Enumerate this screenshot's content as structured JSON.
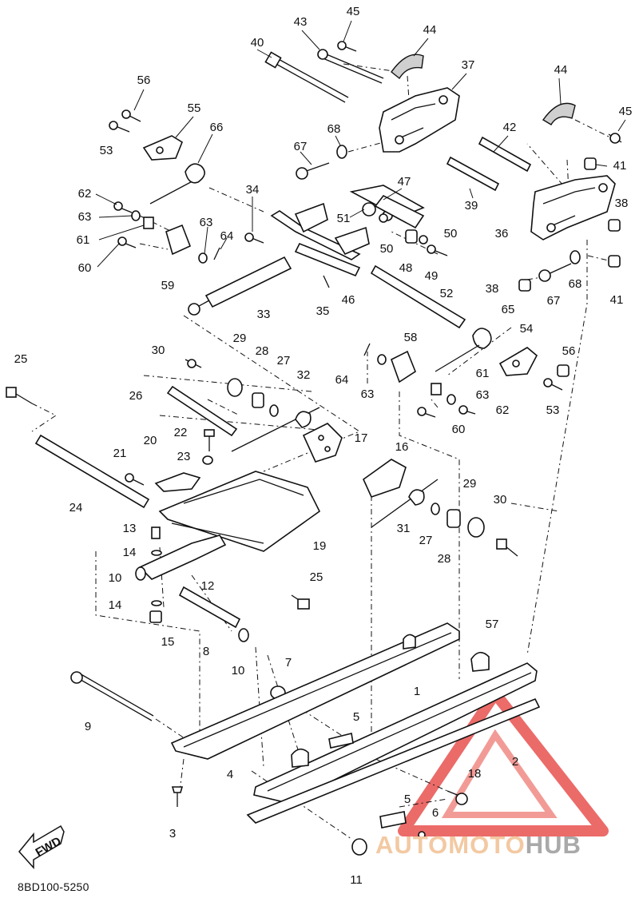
{
  "diagram_code": "8BD100-5250",
  "fwd_label": "FWD",
  "watermark": {
    "part1": "AUTOMOTO",
    "part2": "HUB",
    "color_primary": "#e8524f",
    "color_text": "#f3c9a2",
    "color_hub": "#a9a9a9"
  },
  "callouts": [
    {
      "id": "c45a",
      "label": "45"
    },
    {
      "id": "c43",
      "label": "43"
    },
    {
      "id": "c44a",
      "label": "44"
    },
    {
      "id": "c40",
      "label": "40"
    },
    {
      "id": "c37",
      "label": "37"
    },
    {
      "id": "c56a",
      "label": "56"
    },
    {
      "id": "c55",
      "label": "55"
    },
    {
      "id": "c53a",
      "label": "53"
    },
    {
      "id": "c66",
      "label": "66"
    },
    {
      "id": "c44b",
      "label": "44"
    },
    {
      "id": "c45b",
      "label": "45"
    },
    {
      "id": "c42",
      "label": "42"
    },
    {
      "id": "c68a",
      "label": "68"
    },
    {
      "id": "c67a",
      "label": "67"
    },
    {
      "id": "c41a",
      "label": "41"
    },
    {
      "id": "c47",
      "label": "47"
    },
    {
      "id": "c39",
      "label": "39"
    },
    {
      "id": "c62a",
      "label": "62"
    },
    {
      "id": "c34",
      "label": "34"
    },
    {
      "id": "c51",
      "label": "51"
    },
    {
      "id": "c38a",
      "label": "38"
    },
    {
      "id": "c63a",
      "label": "63"
    },
    {
      "id": "c63b",
      "label": "63"
    },
    {
      "id": "c50a",
      "label": "50"
    },
    {
      "id": "c36",
      "label": "36"
    },
    {
      "id": "c61a",
      "label": "61"
    },
    {
      "id": "c64a",
      "label": "64"
    },
    {
      "id": "c50b",
      "label": "50"
    },
    {
      "id": "c48",
      "label": "48"
    },
    {
      "id": "c60a",
      "label": "60"
    },
    {
      "id": "c49",
      "label": "49"
    },
    {
      "id": "c68b",
      "label": "68"
    },
    {
      "id": "c41b",
      "label": "41"
    },
    {
      "id": "c59",
      "label": "59"
    },
    {
      "id": "c38b",
      "label": "38"
    },
    {
      "id": "c67b",
      "label": "67"
    },
    {
      "id": "c33",
      "label": "33"
    },
    {
      "id": "c35",
      "label": "35"
    },
    {
      "id": "c46",
      "label": "46"
    },
    {
      "id": "c52",
      "label": "52"
    },
    {
      "id": "c65",
      "label": "65"
    },
    {
      "id": "c30a",
      "label": "30"
    },
    {
      "id": "c29a",
      "label": "29"
    },
    {
      "id": "c58",
      "label": "58"
    },
    {
      "id": "c54",
      "label": "54"
    },
    {
      "id": "c25a",
      "label": "25"
    },
    {
      "id": "c28a",
      "label": "28"
    },
    {
      "id": "c27a",
      "label": "27"
    },
    {
      "id": "c56b",
      "label": "56"
    },
    {
      "id": "c32",
      "label": "32"
    },
    {
      "id": "c64b",
      "label": "64"
    },
    {
      "id": "c63c",
      "label": "63"
    },
    {
      "id": "c61b",
      "label": "61"
    },
    {
      "id": "c63d",
      "label": "63"
    },
    {
      "id": "c26",
      "label": "26"
    },
    {
      "id": "c53b",
      "label": "53"
    },
    {
      "id": "c62b",
      "label": "62"
    },
    {
      "id": "c60b",
      "label": "60"
    },
    {
      "id": "c22",
      "label": "22"
    },
    {
      "id": "c17",
      "label": "17"
    },
    {
      "id": "c20",
      "label": "20"
    },
    {
      "id": "c23",
      "label": "23"
    },
    {
      "id": "c16",
      "label": "16"
    },
    {
      "id": "c21",
      "label": "21"
    },
    {
      "id": "c24",
      "label": "24"
    },
    {
      "id": "c29b",
      "label": "29"
    },
    {
      "id": "c30b",
      "label": "30"
    },
    {
      "id": "c31",
      "label": "31"
    },
    {
      "id": "c27b",
      "label": "27"
    },
    {
      "id": "c13",
      "label": "13"
    },
    {
      "id": "c19",
      "label": "19"
    },
    {
      "id": "c28b",
      "label": "28"
    },
    {
      "id": "c14a",
      "label": "14"
    },
    {
      "id": "c10a",
      "label": "10"
    },
    {
      "id": "c12",
      "label": "12"
    },
    {
      "id": "c25b",
      "label": "25"
    },
    {
      "id": "c14b",
      "label": "14"
    },
    {
      "id": "c15",
      "label": "15"
    },
    {
      "id": "c57",
      "label": "57"
    },
    {
      "id": "c8",
      "label": "8"
    },
    {
      "id": "c10b",
      "label": "10"
    },
    {
      "id": "c7",
      "label": "7"
    },
    {
      "id": "c1",
      "label": "1"
    },
    {
      "id": "c9",
      "label": "9"
    },
    {
      "id": "c5a",
      "label": "5"
    },
    {
      "id": "c2",
      "label": "2"
    },
    {
      "id": "c4",
      "label": "4"
    },
    {
      "id": "c18",
      "label": "18"
    },
    {
      "id": "c3",
      "label": "3"
    },
    {
      "id": "c5b",
      "label": "5"
    },
    {
      "id": "c6",
      "label": "6"
    },
    {
      "id": "c11",
      "label": "11"
    }
  ]
}
